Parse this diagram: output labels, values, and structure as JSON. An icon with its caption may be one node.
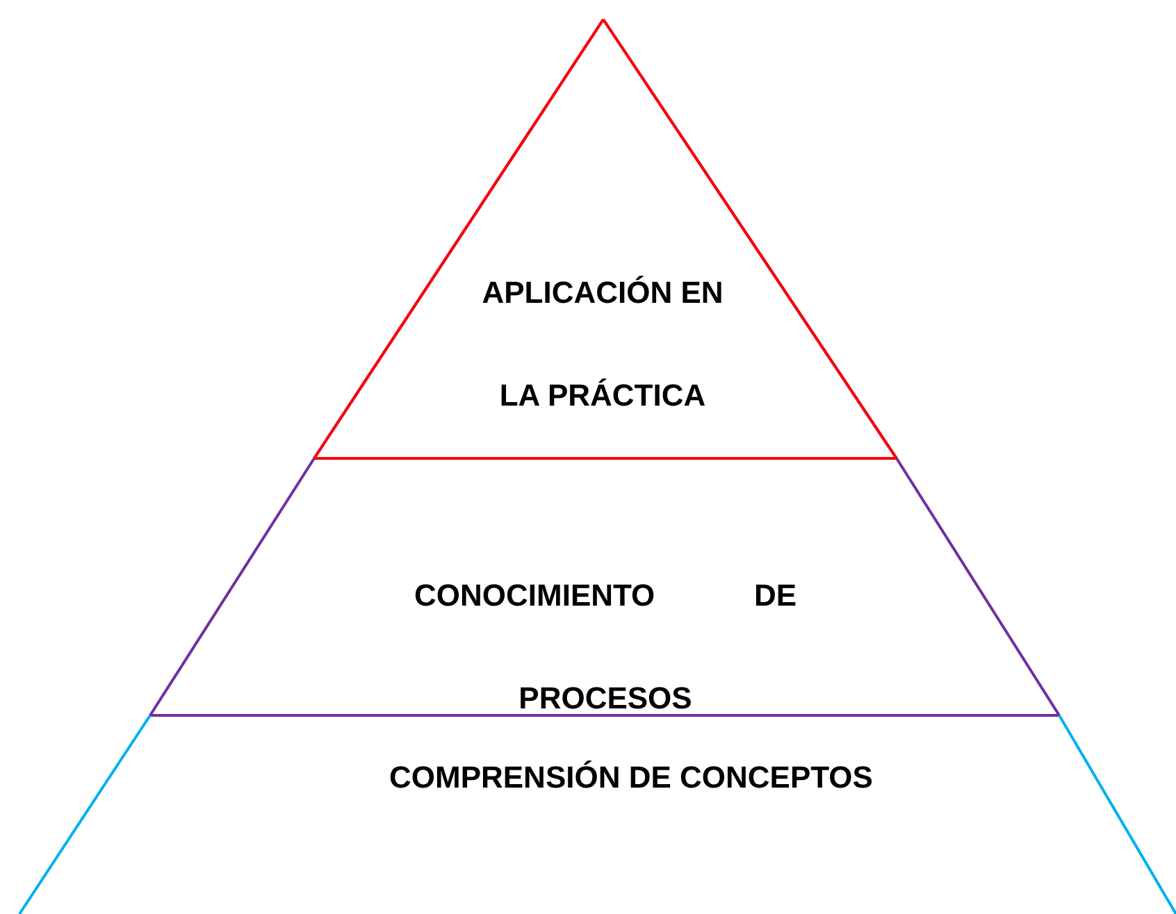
{
  "diagram": {
    "nodes": [
      {
        "text": [
          "APLICACIÓN EN LA PRÁCTICA"
        ]
      },
      {
        "text": [
          "CONOCIMIENTO DE PROCESOS"
        ]
      },
      {
        "text": [
          "COMPRENSIÓN DE CONCEPTOS"
        ]
      }
    ]
  }
}
